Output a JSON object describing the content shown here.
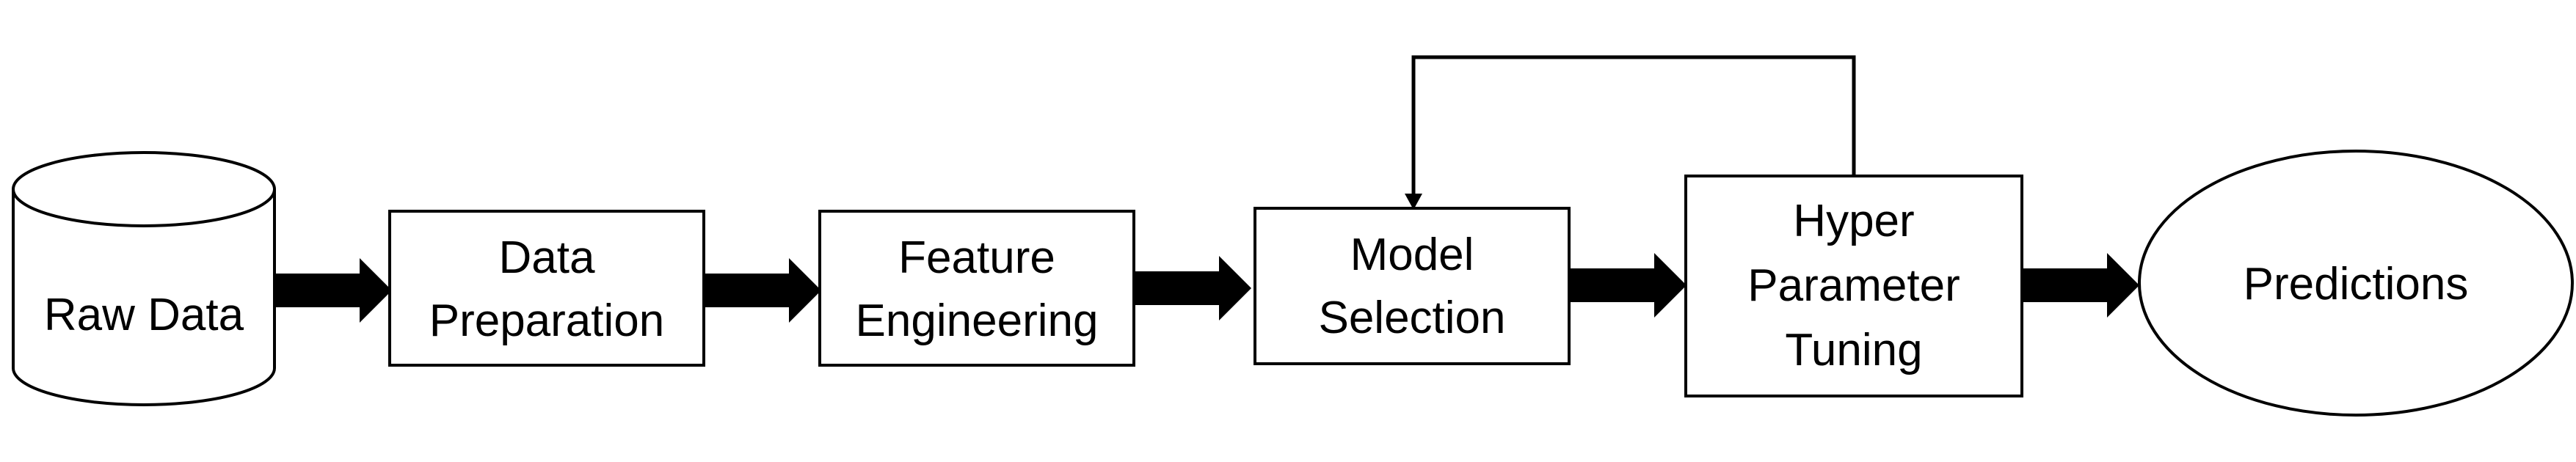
{
  "diagram": {
    "colors": {
      "stroke": "#000000",
      "fill": "#ffffff",
      "arrow": "#000000"
    },
    "nodes": {
      "raw_data": {
        "line1": "Raw Data"
      },
      "data_preparation": {
        "line1": "Data",
        "line2": "Preparation"
      },
      "feature_engineering": {
        "line1": "Feature",
        "line2": "Engineering"
      },
      "model_selection": {
        "line1": "Model",
        "line2": "Selection"
      },
      "hyper_parameter_tuning": {
        "line1": "Hyper",
        "line2": "Parameter",
        "line3": "Tuning"
      },
      "predictions": {
        "line1": "Predictions"
      }
    }
  }
}
